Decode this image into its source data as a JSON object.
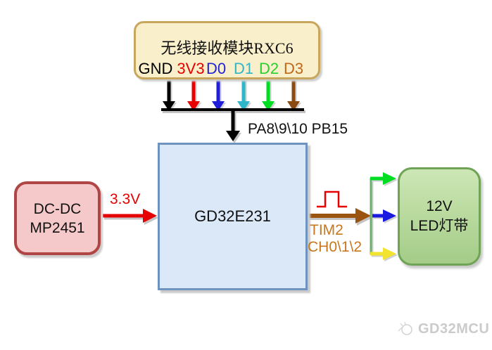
{
  "module": {
    "title": "无线接收模块RXC6",
    "pins": [
      {
        "label": "GND",
        "color": "#000000"
      },
      {
        "label": "3V3",
        "color": "#e60000"
      },
      {
        "label": "D0",
        "color": "#2323d4"
      },
      {
        "label": "D1",
        "color": "#2fb6c9"
      },
      {
        "label": "D2",
        "color": "#27d02f"
      },
      {
        "label": "D3",
        "color": "#c06818"
      }
    ]
  },
  "mcu": {
    "label": "GD32E231"
  },
  "power": {
    "line1": "DC-DC",
    "line2": "MP2451"
  },
  "led": {
    "line1": "12V",
    "line2": "LED灯带"
  },
  "labels": {
    "gpio": "PA8\\9\\10 PB15",
    "voltage": "3.3V",
    "tim_line1": "TIM2",
    "tim_line2": "CH0\\1\\2"
  },
  "watermark": {
    "text": "GD32MCU"
  },
  "colors": {
    "module_fill": "#f9efca",
    "module_border": "#c8a75c",
    "mcu_fill": "#dae8f8",
    "mcu_border": "#6e93be",
    "power_fill": "#f5c9c9",
    "power_border": "#b04545",
    "led_fill_top": "#cde7b6",
    "led_fill_bottom": "#a4cc88",
    "led_border": "#6fa356",
    "wire_gnd": "#000000",
    "wire_3v3": "#e60000",
    "wire_d0": "#1f1fd9",
    "wire_d1": "#2fb6c9",
    "wire_d2": "#00dd22",
    "wire_d3": "#8b4a12",
    "power_arrow": "#e60000",
    "pwm_arrow": "#9a5410",
    "led_arrow_green": "#00dd22",
    "led_arrow_blue": "#1a1ae0",
    "led_arrow_yellow": "#f2e32e",
    "splitter_line": "#6cae6c",
    "pulse_symbol": "#e60000",
    "tim_label": "#c8771c",
    "watermark_gray": "#cbcbcb"
  }
}
